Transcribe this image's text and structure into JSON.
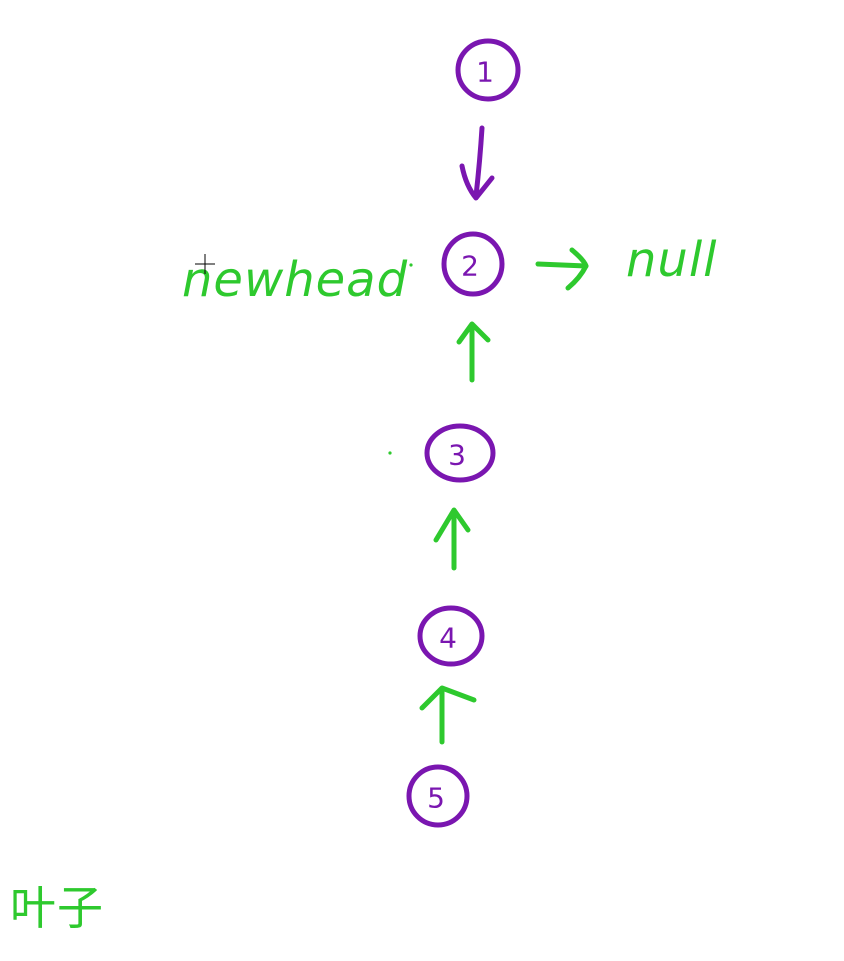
{
  "colors": {
    "node": "#7a16b0",
    "annotation": "#2ec92e",
    "cursor": "#000000"
  },
  "nodes": [
    {
      "label": "1"
    },
    {
      "label": "2"
    },
    {
      "label": "3"
    },
    {
      "label": "4"
    },
    {
      "label": "5"
    }
  ],
  "labels": {
    "newhead": "newhead",
    "null": "null",
    "corner": "叶子"
  },
  "icons": {
    "cursor": "crosshair-cursor-icon"
  }
}
